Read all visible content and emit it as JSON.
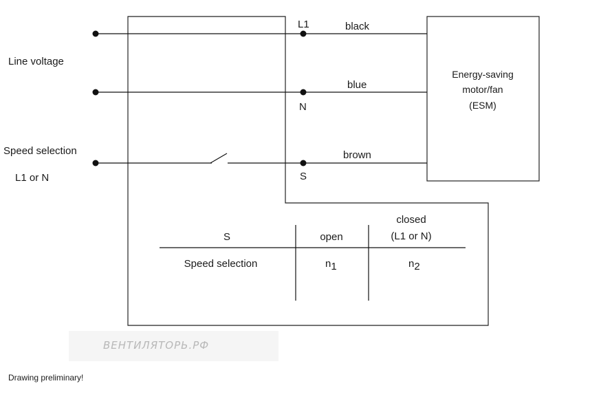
{
  "labels": {
    "line_voltage": "Line voltage",
    "speed_selection": "Speed selection",
    "l1_or_n": "L1 or N",
    "terminal_l1": "L1",
    "terminal_n": "N",
    "terminal_s": "S",
    "wire_black": "black",
    "wire_blue": "blue",
    "wire_brown": "brown",
    "motor_line1": "Energy-saving",
    "motor_line2": "motor/fan",
    "motor_line3": "(ESM)"
  },
  "table": {
    "header_s": "S",
    "header_open": "open",
    "header_closed_1": "closed",
    "header_closed_2": "(L1 or N)",
    "row_label": "Speed selection",
    "n1_base": "n",
    "n1_sub": "1",
    "n2_base": "n",
    "n2_sub": "2"
  },
  "watermark": "ВЕНТИЛЯТОРЬ.РФ",
  "footer_note": "Drawing preliminary!"
}
